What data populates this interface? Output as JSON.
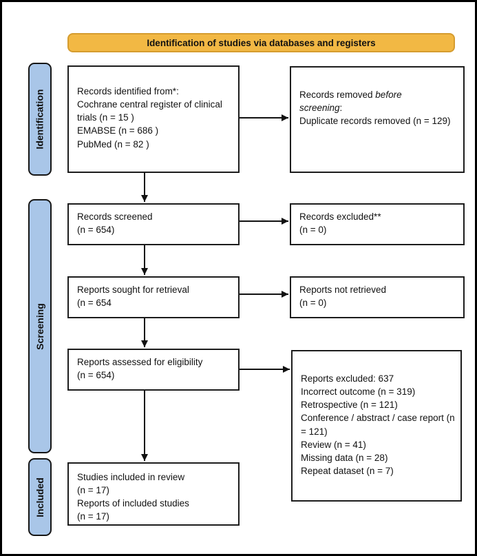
{
  "banner": {
    "label": "Identification of studies via databases and registers"
  },
  "stages": [
    {
      "label": "Identification"
    },
    {
      "label": "Screening"
    },
    {
      "label": "Included"
    }
  ],
  "boxes": {
    "records_identified": {
      "heading": "Records identified from*:",
      "items": [
        "Cochrane central register of clinical trials (n = 15 )",
        "EMABSE (n = 686 )",
        "PubMed (n = 82 )"
      ]
    },
    "records_removed": {
      "text_before_italic": "Records removed ",
      "italic": "before screening",
      "text_after_italic": ":",
      "items": [
        "Duplicate records removed (n = 129)"
      ]
    },
    "records_screened": {
      "line1": "Records screened",
      "line2": "(n = 654)"
    },
    "records_excluded": {
      "line1": "Records excluded**",
      "line2": "(n = 0)"
    },
    "reports_sought": {
      "line1": "Reports sought for retrieval",
      "line2": "(n = 654"
    },
    "reports_not_retrieved": {
      "line1": "Reports not retrieved",
      "line2": "(n = 0)"
    },
    "reports_assessed": {
      "line1": "Reports assessed for eligibility",
      "line2": "(n = 654)"
    },
    "reports_excluded": {
      "heading": "Reports excluded: 637",
      "items": [
        "Incorrect outcome (n = 319)",
        "Retrospective (n = 121)",
        "Conference / abstract / case report (n = 121)",
        "Review (n = 41)",
        "Missing data (n = 28)",
        "Repeat dataset (n = 7)"
      ]
    },
    "included": {
      "line1": "Studies included in review",
      "line2": "(n = 17)",
      "line3": "Reports of included studies",
      "line4": "(n = 17)"
    }
  },
  "colors": {
    "banner_bg": "#F2B844",
    "banner_border": "#D59C2F",
    "stage_bg": "#A9C6E8",
    "line": "#111111"
  }
}
